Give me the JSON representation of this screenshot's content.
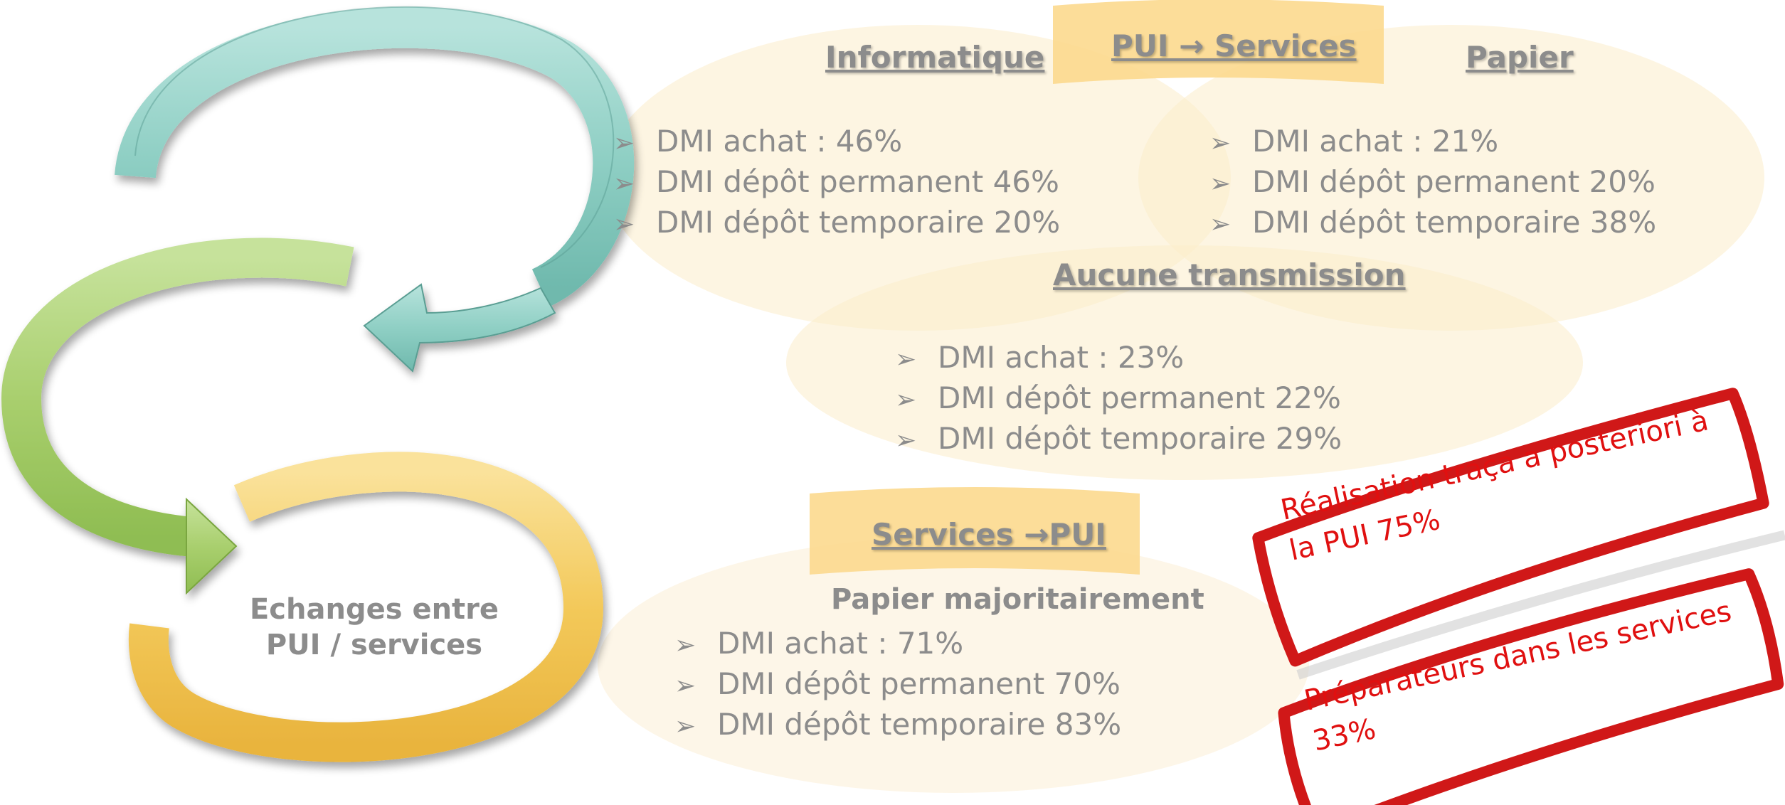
{
  "center_label": "Echanges entre PUI / services",
  "flow_top": {
    "banner": "PUI → Services",
    "informatique": {
      "heading": "Informatique",
      "items": [
        "DMI achat : 46%",
        "DMI dépôt permanent 46%",
        "DMI dépôt temporaire 20%"
      ]
    },
    "papier": {
      "heading": "Papier",
      "items": [
        "DMI achat : 21%",
        "DMI dépôt permanent 20%",
        "DMI dépôt temporaire 38%"
      ]
    },
    "aucune": {
      "heading": "Aucune transmission",
      "items": [
        "DMI achat : 23%",
        "DMI dépôt permanent 22%",
        "DMI dépôt temporaire 29%"
      ]
    }
  },
  "flow_bottom": {
    "banner": "Services →PUI",
    "subheading": "Papier majoritairement",
    "items": [
      "DMI achat : 71%",
      "DMI dépôt permanent 70%",
      "DMI dépôt temporaire 83%"
    ]
  },
  "stamps": [
    "Réalisation traça a posteriori à la PUI 75%",
    "Préparateurs dans les services 33%"
  ],
  "colors": {
    "teal_arrow": "#8ecfc4",
    "green_arrow": "#a9cf6e",
    "yellow_arrow": "#f3c95a",
    "ellipse_fill": "#fbeccb",
    "banner_fill": "#fcd98e",
    "stamp_red": "#d01818"
  }
}
